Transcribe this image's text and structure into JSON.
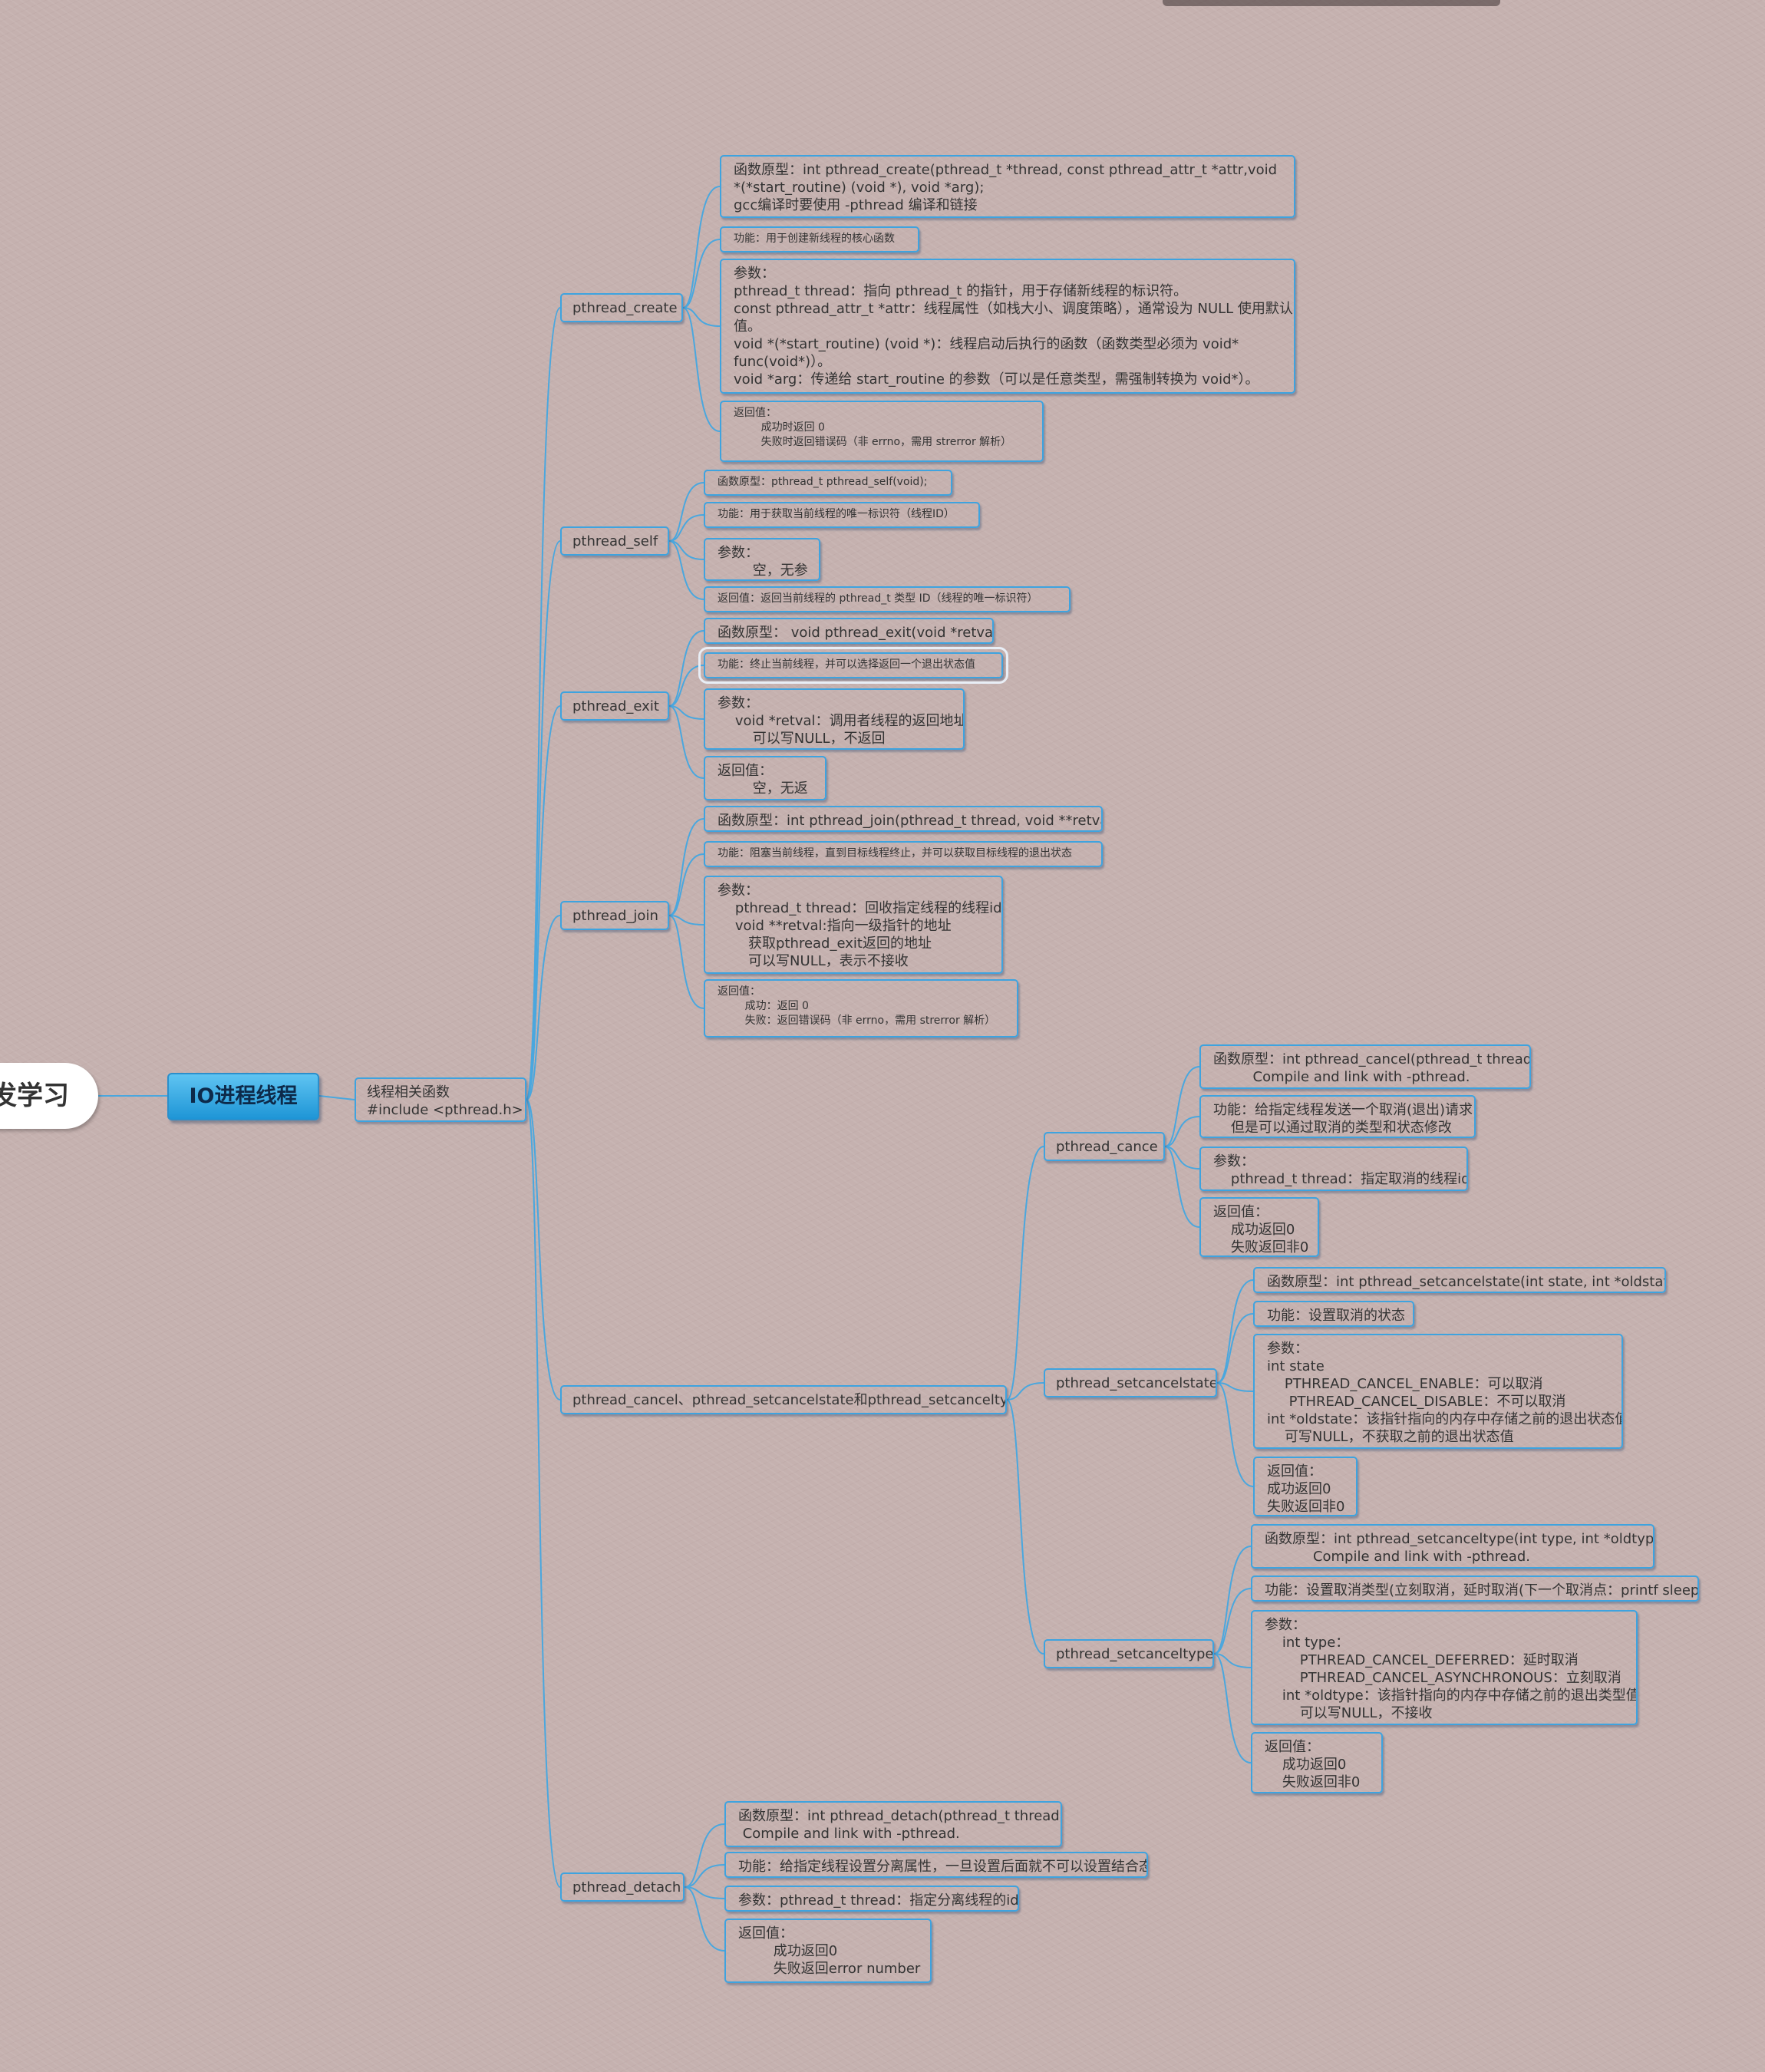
{
  "root": {
    "label": "发学习"
  },
  "main_topic": {
    "label": "IO进程线程"
  },
  "category": {
    "label": "线程相关函数\n#include <pthread.h>"
  },
  "functions": {
    "pthread_create": {
      "label": "pthread_create",
      "prototype": "函数原型：int pthread_create(pthread_t *thread, const pthread_attr_t *attr,void\n*(*start_routine) (void *), void *arg);\ngcc编译时要使用 -pthread 编译和链接",
      "function": "功能：用于创建新线程的核心函数",
      "params": "参数：\npthread_t thread：指向 pthread_t 的指针，用于存储新线程的标识符。\nconst pthread_attr_t *attr：线程属性（如栈大小、调度策略），通常设为 NULL 使用默认\n值。\nvoid *(*start_routine) (void *)：线程启动后执行的函数（函数类型必须为 void*\nfunc(void*)）。\nvoid *arg：传递给 start_routine 的参数（可以是任意类型，需强制转换为 void*）。",
      "return": "返回值：\n        成功时返回 0\n        失败时返回错误码（非 errno，需用 strerror 解析）"
    },
    "pthread_self": {
      "label": "pthread_self",
      "prototype": "函数原型：pthread_t pthread_self(void);",
      "function": "功能：用于获取当前线程的唯一标识符（线程ID）",
      "params": "参数：\n        空，无参",
      "return": "返回值：返回当前线程的 pthread_t 类型 ID（线程的唯一标识符）"
    },
    "pthread_exit": {
      "label": "pthread_exit",
      "prototype": "函数原型： void pthread_exit(void *retval);",
      "function": "功能：终止当前线程，并可以选择返回一个退出状态值",
      "params": "参数：\n    void *retval：调用者线程的返回地址\n        可以写NULL，不返回",
      "return": "返回值：\n        空，无返"
    },
    "pthread_join": {
      "label": "pthread_join",
      "prototype": "函数原型：int pthread_join(pthread_t thread, void **retval);",
      "function": "功能：阻塞当前线程，直到目标线程终止，并可以获取目标线程的退出状态",
      "params": "参数：\n    pthread_t thread：回收指定线程的线程id\n    void **retval:指向一级指针的地址\n       获取pthread_exit返回的地址\n       可以写NULL，表示不接收",
      "return": "返回值：\n        成功：返回 0\n        失败：返回错误码（非 errno，需用 strerror 解析）"
    },
    "pthread_detach": {
      "label": "pthread_detach",
      "prototype": "函数原型：int pthread_detach(pthread_t thread);\n Compile and link with -pthread.",
      "function": "功能：给指定线程设置分离属性，一旦设置后面就不可以设置结合态",
      "params": "参数：pthread_t thread：指定分离线程的id",
      "return": "返回值：\n        成功返回0\n        失败返回error number"
    }
  },
  "cancel_group": {
    "label": "pthread_cancel、pthread_setcancelstate和pthread_setcanceltype",
    "pthread_cance": {
      "label": "pthread_cance",
      "prototype": "函数原型：int pthread_cancel(pthread_t thread);\n         Compile and link with -pthread.",
      "function": "功能：给指定线程发送一个取消(退出)请求\n    但是可以通过取消的类型和状态修改",
      "params": "参数：\n    pthread_t thread：指定取消的线程id",
      "return": "返回值：\n    成功返回0\n    失败返回非0"
    },
    "pthread_setcancelstate": {
      "label": "pthread_setcancelstate",
      "prototype": "函数原型：int pthread_setcancelstate(int state, int *oldstate);",
      "function": "功能：设置取消的状态",
      "params": "参数：\nint state\n    PTHREAD_CANCEL_ENABLE：可以取消\n     PTHREAD_CANCEL_DISABLE：不可以取消\nint *oldstate：该指针指向的内存中存储之前的退出状态值\n    可写NULL，不获取之前的退出状态值",
      "return": "返回值：\n成功返回0\n失败返回非0"
    },
    "pthread_setcanceltype": {
      "label": "pthread_setcanceltype",
      "prototype": "函数原型：int pthread_setcanceltype(int type, int *oldtype);\n           Compile and link with -pthread.",
      "function": "功能：设置取消类型(立刻取消，延时取消(下一个取消点：printf sleep))",
      "params": "参数：\n    int type：\n        PTHREAD_CANCEL_DEFERRED：延时取消\n        PTHREAD_CANCEL_ASYNCHRONOUS：立刻取消\n    int *oldtype：该指针指向的内存中存储之前的退出类型值\n        可以写NULL，不接收",
      "return": "返回值：\n    成功返回0\n    失败返回非0"
    }
  }
}
